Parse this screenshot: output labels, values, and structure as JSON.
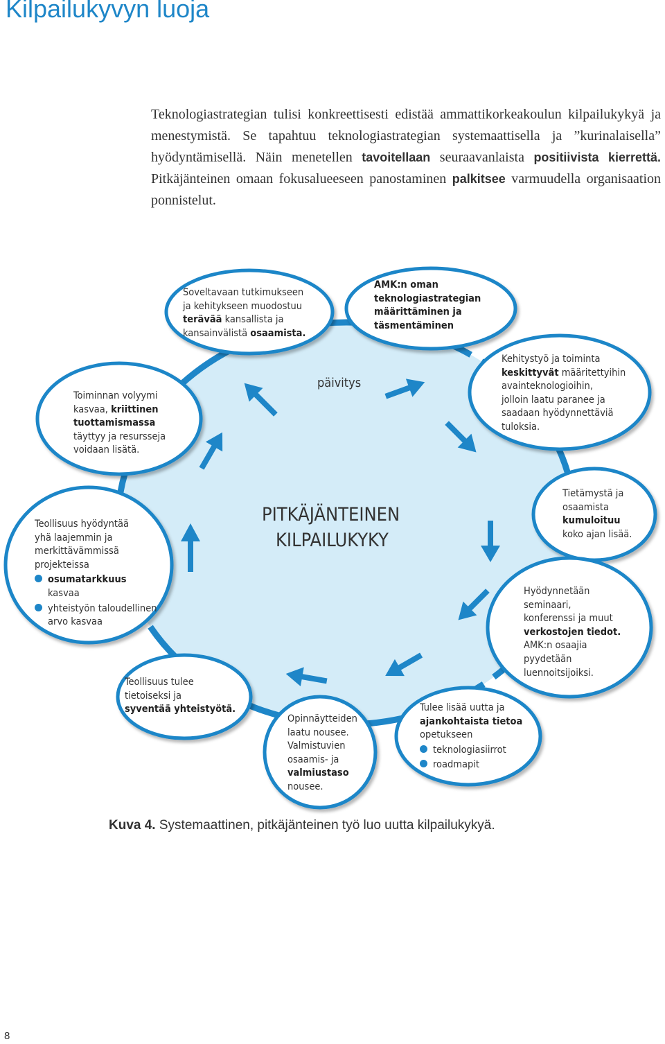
{
  "header": {
    "title": "Kilpailukyvyn luoja"
  },
  "intro": {
    "p1": "Teknologiastrategian tulisi konkreettisesti edistää ammattikorkeakoulun kilpailukykyä ja menestymistä. Se tapahtuu teknologiastrategian systemaattisella ja ”kurinalaisella” hyödyntämisellä. Näin menetellen ",
    "b1": "tavoitellaan",
    "p2": " seuraavanlaista ",
    "b2": "positiivista kierrettä.",
    "p3": " Pitkäjänteinen omaan fokusalueeseen panostaminen ",
    "b3": "palkitsee",
    "p4": " varmuudella organisaation ponnistelut."
  },
  "diagram": {
    "center_line1": "PITKÄJÄNTEINEN",
    "center_line2": "KILPAILUKYKY",
    "cycle_label": "päivitys",
    "nodes": {
      "amk": {
        "l1": "AMK:n oman",
        "l2": "teknologiastrategian",
        "l3": "määrittäminen ja",
        "l4": "täsmentäminen"
      },
      "kehitystyo": {
        "l1": "Kehitystyö ja toiminta",
        "b1": "keskittyvät",
        "t1": " määritettyihin",
        "l3": "avainteknologioihin,",
        "l4": "jolloin laatu paranee ja",
        "l5": "saadaan hyödynnettäviä",
        "l6": "tuloksia."
      },
      "tietamys": {
        "l1": "Tietämystä ja",
        "l2": "osaamista",
        "b1": "kumuloituu",
        "l4": "koko ajan lisää."
      },
      "hyodynnetaan": {
        "l1": "Hyödynnetään",
        "l2": "seminaari,",
        "l3": "konferenssi ja muut",
        "b1": "verkostojen tiedot.",
        "l5": "AMK:n osaajia",
        "l6": "pyydetään",
        "l7": "luennoitsijoiksi."
      },
      "tulee": {
        "l1": "Tulee lisää uutta ja",
        "b1": "ajankohtaista tietoa",
        "l3": "opetukseen",
        "bullet1": "teknologiasiirrot",
        "bullet2": "roadmapit"
      },
      "opinnaytteiden": {
        "l1": "Opinnäytteiden",
        "l2": "laatu nousee.",
        "l3": "Valmistuvien",
        "l4": "osaamis- ja",
        "b1": "valmiustaso",
        "l6": "nousee."
      },
      "teollisuus_tulee": {
        "l1": "Teollisuus tulee",
        "l2": "tietoiseksi ja",
        "b1": "syventää yhteistyötä."
      },
      "teollisuus": {
        "l1": "Teollisuus hyödyntää",
        "l2": "yhä laajemmin ja",
        "l3": "merkittävämmissä",
        "l4": "projekteissa",
        "bullet1": "osumatarkkuus",
        "l6": "kasvaa",
        "bullet2": "yhteistyön taloudellinen",
        "l8": "arvo kasvaa"
      },
      "toiminnan": {
        "l1": "Toiminnan volyymi",
        "l2": "kasvaa, ",
        "b1a": "kriittinen",
        "b1b": "tuottamismassa",
        "l4": "täyttyy ja resursseja",
        "l5": "voidaan lisätä."
      },
      "soveltavaan": {
        "l1": "Soveltavaan tutkimukseen",
        "l2": "ja kehitykseen muodostuu",
        "b1": "terävää",
        "t1": " kansallista ja",
        "l4": "kansainvälistä ",
        "b2": "osaamista."
      }
    }
  },
  "caption": {
    "label": "Kuva 4.",
    "text": " Systemaattinen, pitkäjänteinen työ luo uutta kilpailukykyä."
  },
  "footer": {
    "page_number": "8"
  },
  "colors": {
    "accent": "#1e86c8",
    "fill": "#d4ecf8",
    "ring": "#1e86c8"
  }
}
